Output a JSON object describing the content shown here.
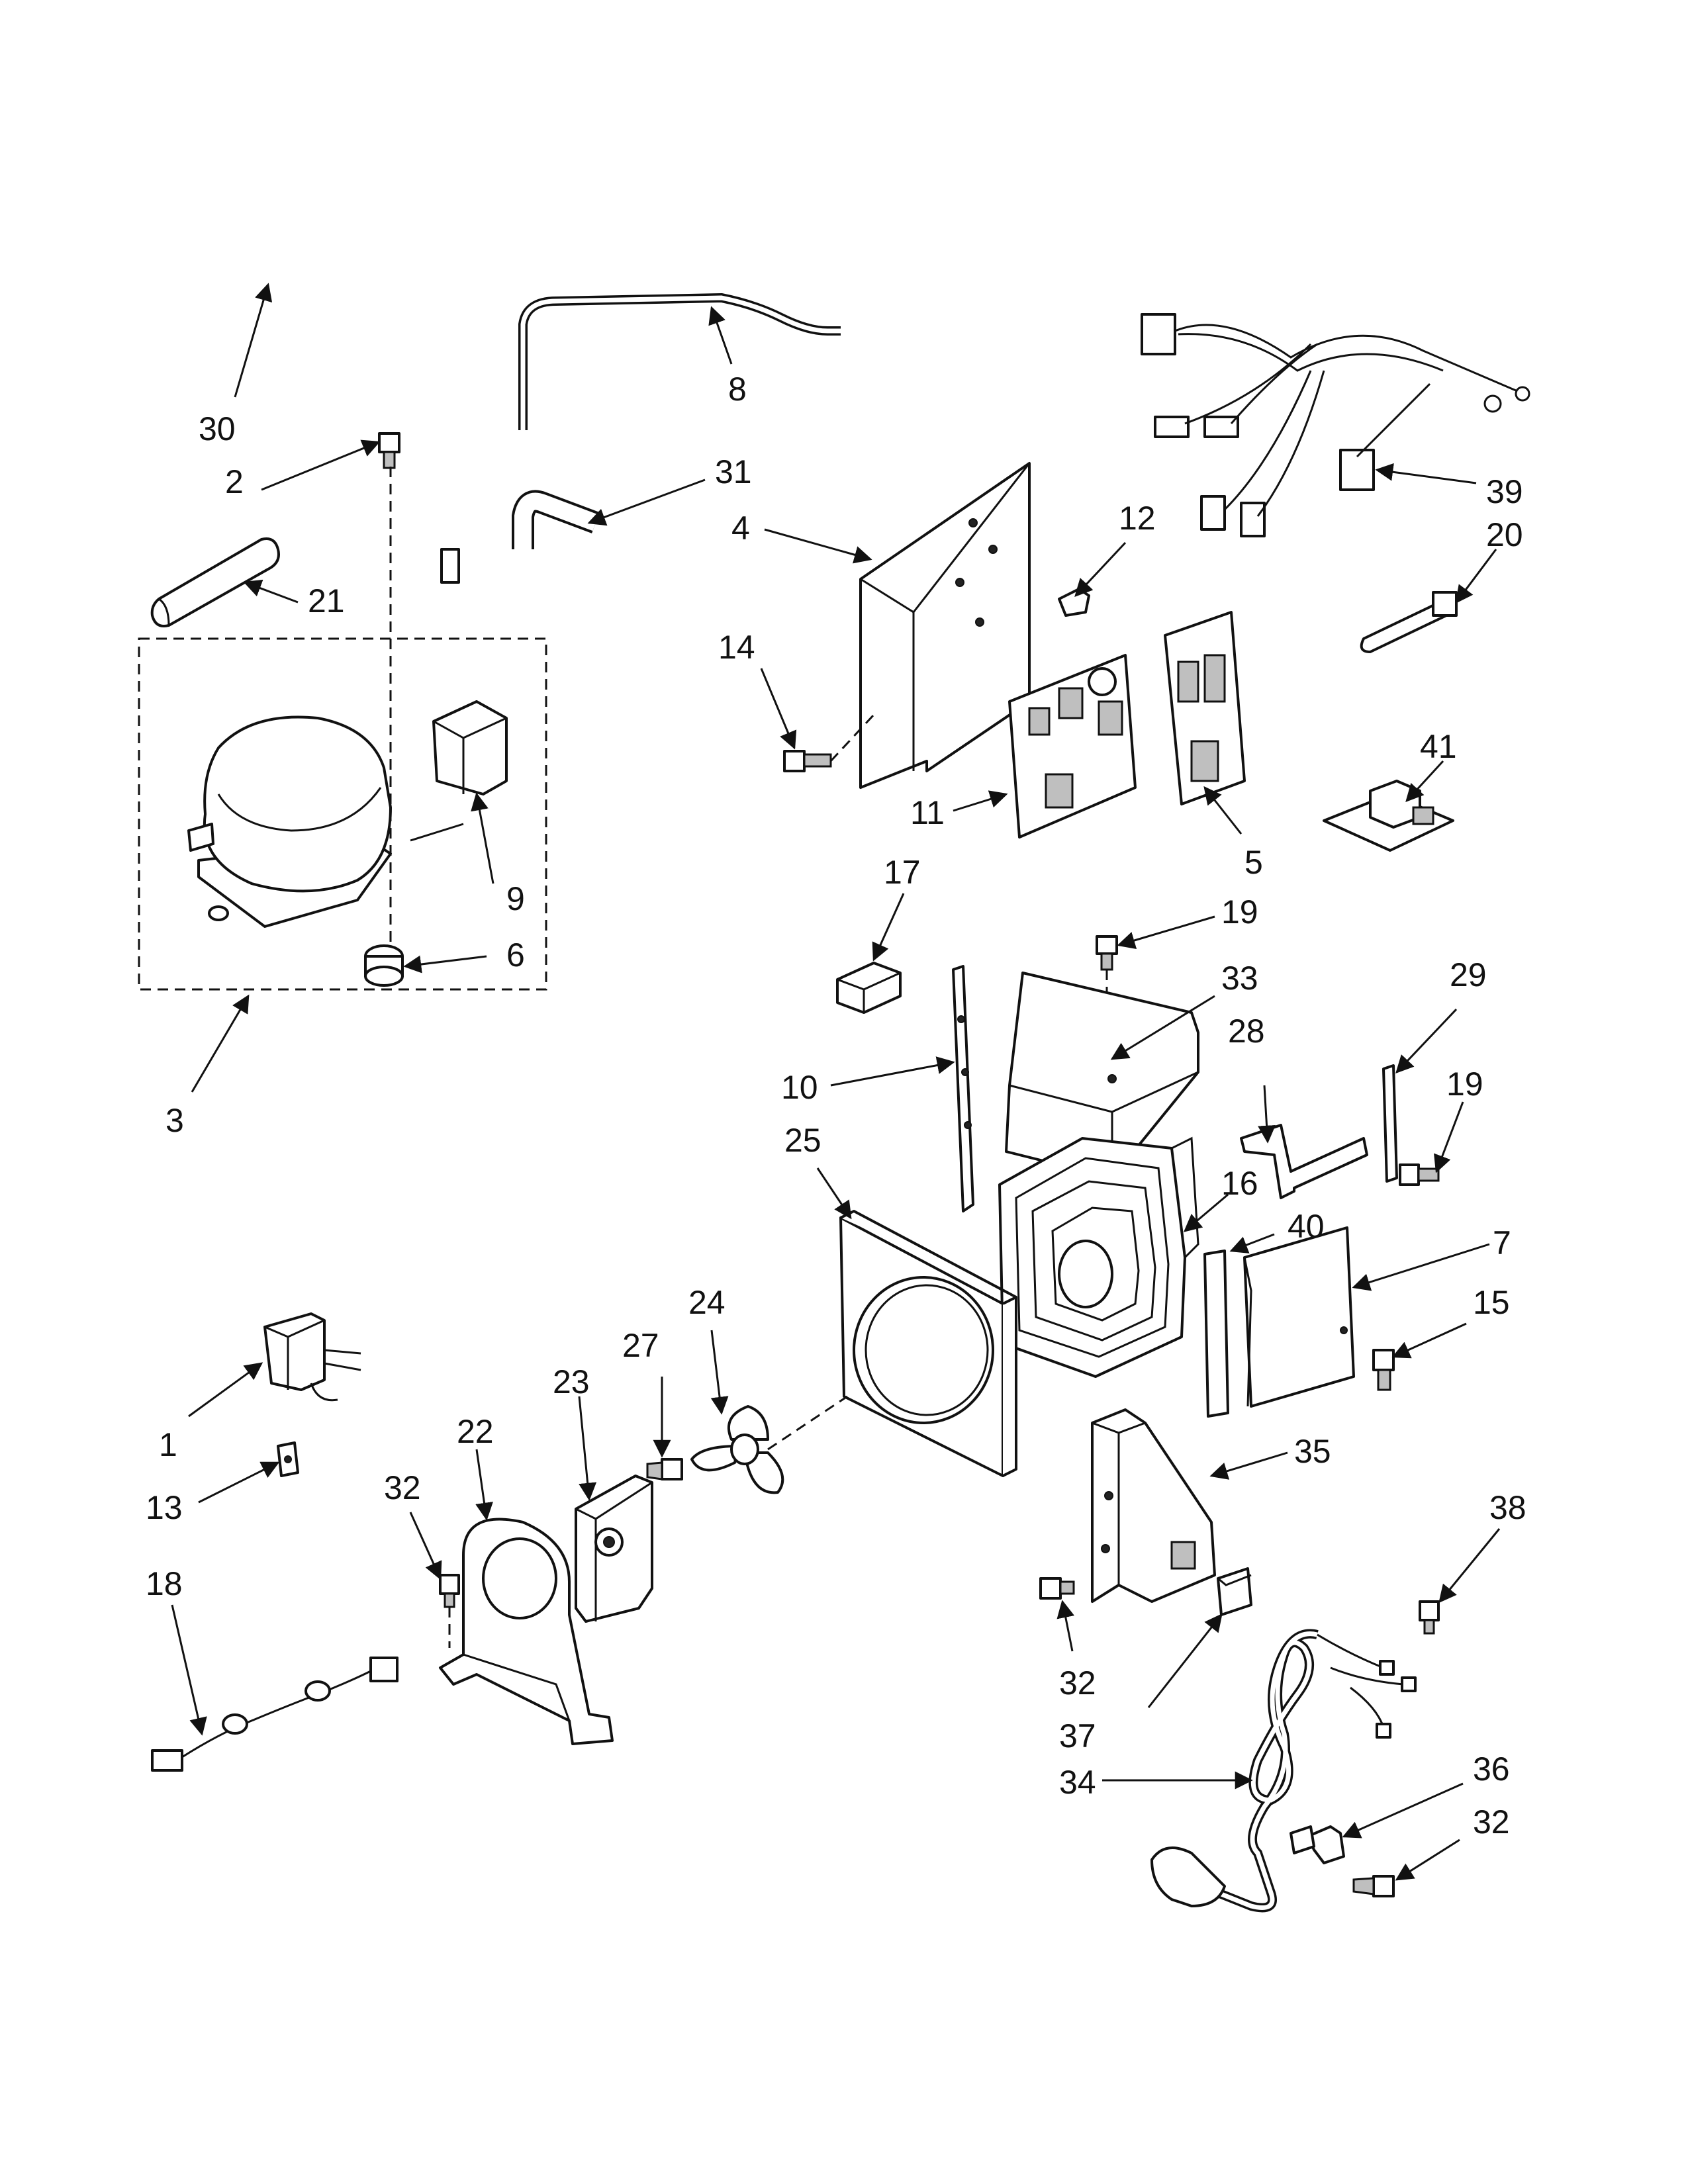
{
  "diagram": {
    "callouts": {
      "c1": "1",
      "c2": "2",
      "c3": "3",
      "c4": "4",
      "c5": "5",
      "c6": "6",
      "c7": "7",
      "c8": "8",
      "c9": "9",
      "c10": "10",
      "c11": "11",
      "c12": "12",
      "c13": "13",
      "c14": "14",
      "c15": "15",
      "c16": "16",
      "c17": "17",
      "c18": "18",
      "c19a": "19",
      "c19b": "19",
      "c20": "20",
      "c21": "21",
      "c22": "22",
      "c23": "23",
      "c24": "24",
      "c25": "25",
      "c27": "27",
      "c28": "28",
      "c29": "29",
      "c30": "30",
      "c31": "31",
      "c32a": "32",
      "c32b": "32",
      "c32c": "32",
      "c33": "33",
      "c34": "34",
      "c35": "35",
      "c36": "36",
      "c37": "37",
      "c38": "38",
      "c39": "39",
      "c40": "40",
      "c41": "41"
    }
  }
}
